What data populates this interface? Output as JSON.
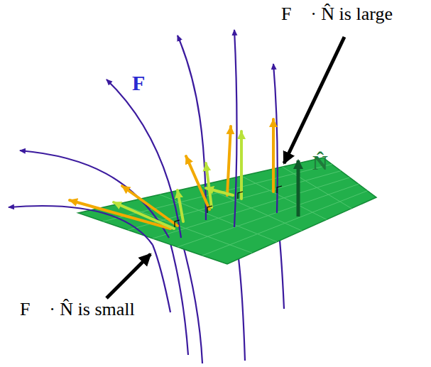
{
  "diagram": {
    "labels": [
      "F⃗",
      "N̂",
      "F⃗ · N̂ is large",
      "F⃗ · N̂ is small"
    ]
  }
}
